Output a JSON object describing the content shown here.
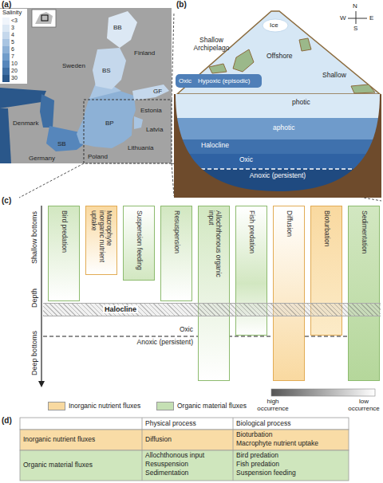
{
  "diagram": {
    "nodes": [
      {
        "text": [
          "Bird predation"
        ]
      },
      {
        "text": [
          "Macrophyte inorganic nutrient uptake"
        ]
      },
      {
        "text": [
          "Suspension feeding"
        ]
      },
      {
        "text": [
          "Resuspension"
        ]
      },
      {
        "text": [
          "Allochthonous organic input"
        ]
      },
      {
        "text": [
          "Fish predation"
        ]
      },
      {
        "text": [
          "Diffusion"
        ]
      },
      {
        "text": [
          "Bioturbation"
        ]
      },
      {
        "text": [
          "Sedimentation"
        ]
      },
      {
        "text": [
          "Halocline"
        ]
      }
    ],
    "labels": [
      "(a)",
      "Salinity",
      "BB",
      "Sweden",
      "Finland",
      "BS",
      "GF",
      "Estonia",
      "BP",
      "Latvia",
      "Denmark",
      "Lithuania",
      "SB",
      "Germany",
      "Poland",
      "(b)",
      "N",
      "W",
      "E",
      "S",
      "Ice",
      "Shallow Archipelago",
      "Offshore",
      "Shallow",
      "Oxic",
      "Hypoxic (episodic)",
      "photic",
      "aphotic",
      "Halocline",
      "Oxic",
      "Anoxic (persistent)",
      "(c)",
      "Shallow bottoms",
      "Depth",
      "Deep bottoms",
      "Oxic",
      "Anoxic (persistent)",
      "high occurrence",
      "low occurrence",
      "(d)",
      "Physical process",
      "Biological process",
      "Inorganic nutrient fluxes",
      "Diffusion",
      "Bioturbation",
      "Macrophyte nutrient uptake",
      "Organic material fluxes",
      "Allochthonous input",
      "Resuspension",
      "Sedimentation",
      "Bird predation",
      "Fish predation",
      "Suspension feeding"
    ],
    "legend": [
      {
        "text": "<3",
        "color": "#f0f5fb"
      },
      {
        "text": "3",
        "color": "#dce8f4"
      },
      {
        "text": "4",
        "color": "#c5d8ec"
      },
      {
        "text": "5",
        "color": "#a9c5e2"
      },
      {
        "text": "6",
        "color": "#8db1d6"
      },
      {
        "text": "7",
        "color": "#719dca"
      },
      {
        "text": "10",
        "color": "#5686bb"
      },
      {
        "text": "20",
        "color": "#3e6ea3"
      },
      {
        "text": "30",
        "color": "#2a578a"
      },
      {
        "text": "Inorganic nutrient fluxes",
        "color": "#f8d9a0"
      },
      {
        "text": "Organic material fluxes",
        "color": "#c5e0b4"
      }
    ]
  }
}
